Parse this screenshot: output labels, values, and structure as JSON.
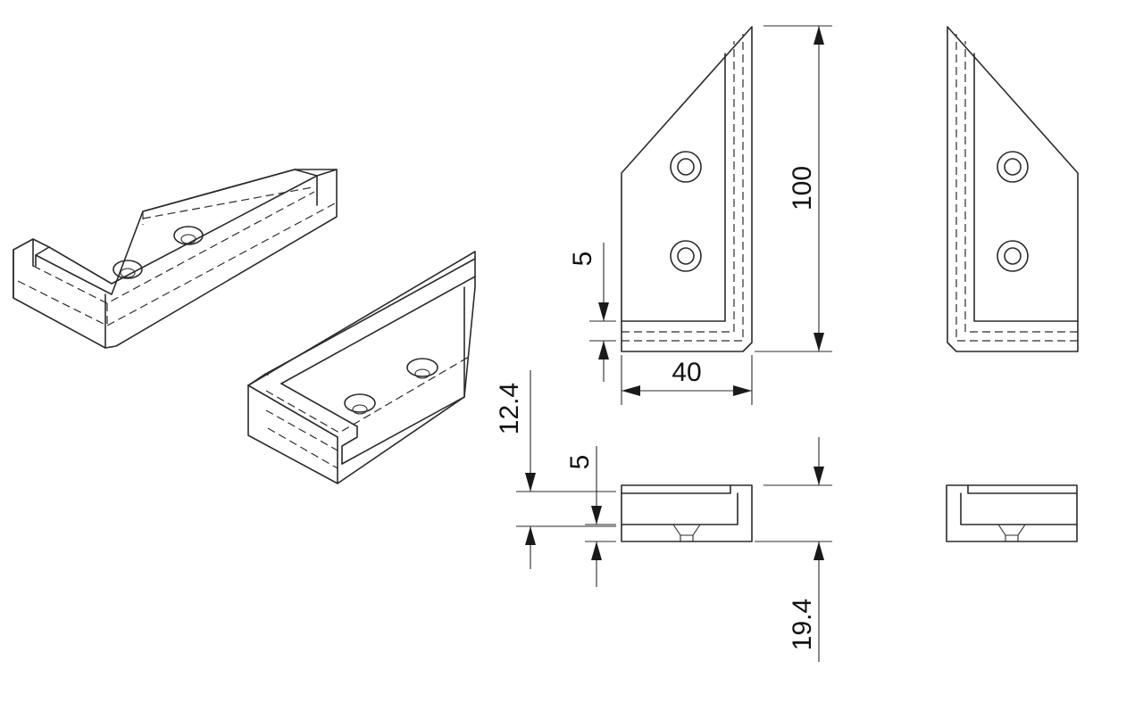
{
  "drawing": {
    "dimensions": {
      "total_height": "100",
      "total_width": "40",
      "wall_thickness_front": "5",
      "side_offset": "12.4",
      "wall_thickness_side": "5",
      "depth": "19.4"
    },
    "views": [
      "isometric-left",
      "isometric-right",
      "front-view",
      "mirrored-front-view",
      "bottom-section-view",
      "mirrored-bottom-section-view"
    ]
  }
}
